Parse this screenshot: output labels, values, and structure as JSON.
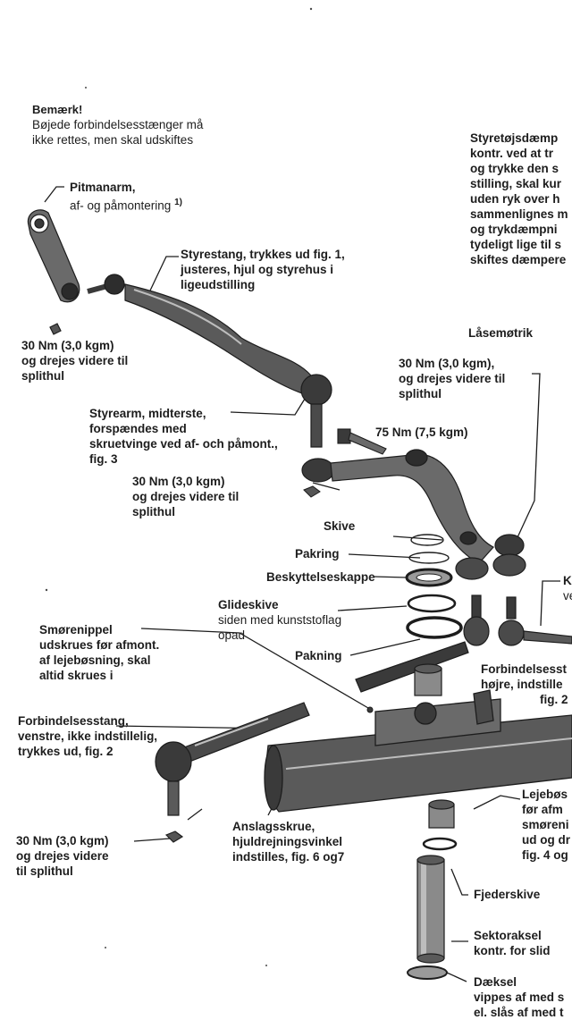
{
  "colors": {
    "ink": "#1d1d1d",
    "shade": "#3a3a3a",
    "light": "#9a9a9a",
    "paper": "#ffffff"
  },
  "note": {
    "title": "Bemærk!",
    "lines": [
      "Bøjede forbindelsesstænger må",
      "ikke rettes, men skal udskiftes"
    ]
  },
  "labels": {
    "pitman": {
      "title": "Pitmanarm,",
      "line2": "af- og påmontering",
      "footnote": "1)"
    },
    "styrestang": {
      "title": "Styrestang, trykkes ud fig. 1,",
      "line2": "justeres, hjul og styrehus i",
      "line3": "ligeudstilling"
    },
    "torque_left": {
      "line1": "30 Nm (3,0 kgm)",
      "line2": "og drejes videre til",
      "line3": "splithul"
    },
    "styretoj": {
      "title": "Styretøjsdæmp",
      "lines": [
        "kontr. ved at tr",
        "og trykke den s",
        "stilling, skal kur",
        "uden ryk over h",
        "sammenlignes m",
        "og trykdæmpni",
        "tydeligt lige til s",
        "skiftes dæmpere"
      ]
    },
    "lasemotrik": "Låsemøtrik",
    "torque_right": {
      "line1": "30 Nm (3,0 kgm),",
      "line2": "og drejes videre til",
      "line3": "splithul"
    },
    "styrearm": {
      "title": "Styrearm, midterste,",
      "line2": "forspændes med",
      "line3": "skruetvinge ved af- och påmont.,",
      "line4": "fig. 3"
    },
    "torque_75": "75 Nm (7,5 kgm)",
    "torque_mid": {
      "line1": "30 Nm (3,0 kgm)",
      "line2": "og drejes videre til",
      "line3": "splithul"
    },
    "skive": "Skive",
    "pakring": "Pakring",
    "beskyttelseskappe": "Beskyttelseskappe",
    "kugle": {
      "line1": "Ku",
      "line2": "ven"
    },
    "glideskive": {
      "title": "Glideskive",
      "line2": "siden med kunststoflag",
      "line3": "opad"
    },
    "smorenippel": {
      "title": "Smørenippel",
      "line2": "udskrues før afmont.",
      "line3": "af lejebøsning, skal",
      "line4": "altid skrues i"
    },
    "pakning": "Pakning",
    "forb_hojre": {
      "title": "Forbindelsesst",
      "line2": "højre, indstille",
      "line3": "fig. 2"
    },
    "forb_venstre": {
      "title": "Forbindelsesstang,",
      "line2": "venstre, ikke indstillelig,",
      "line3": "trykkes ud, fig. 2"
    },
    "lejebos": {
      "title": "Lejebøs",
      "lines": [
        "før afm",
        "smøreni",
        "ud og dr",
        "fig. 4 og"
      ]
    },
    "torque_bottom": {
      "line1": "30 Nm (3,0 kgm)",
      "line2": "og drejes videre",
      "line3": "til splithul"
    },
    "anslag": {
      "title": "Anslagsskrue,",
      "line2": "hjuldrejningsvinkel",
      "line3": "indstilles, fig. 6 og7"
    },
    "fjederskive": "Fjederskive",
    "sektoraksel": {
      "title": "Sektoraksel",
      "line2": "kontr. for slid"
    },
    "daeksel": {
      "title": "Dæksel",
      "line2": "vippes af med s",
      "line3": "el. slås af med t"
    }
  }
}
